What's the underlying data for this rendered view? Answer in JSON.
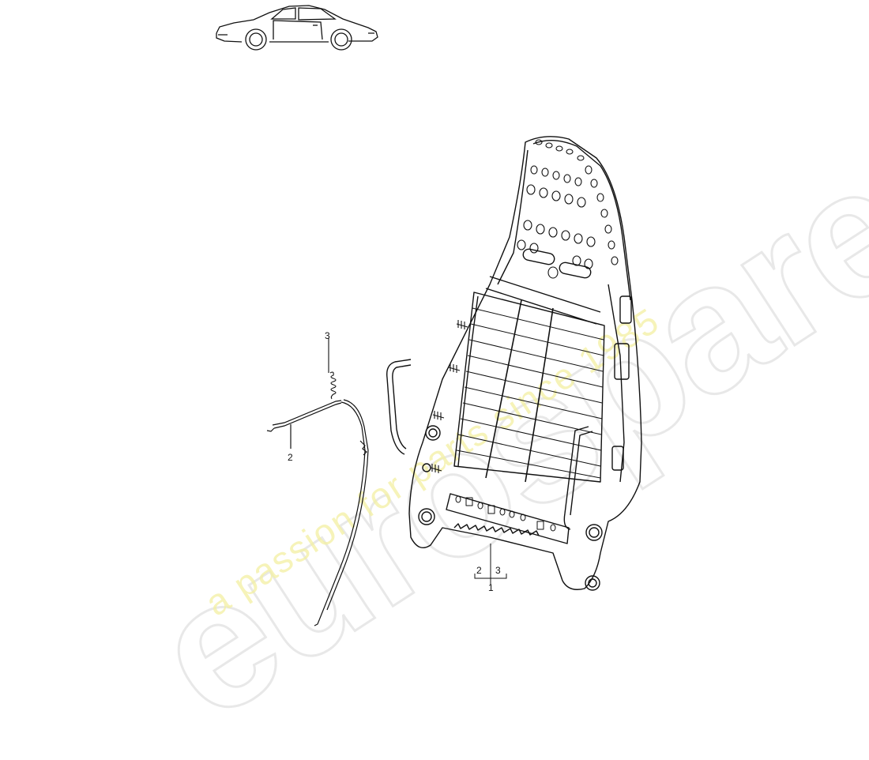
{
  "diagram": {
    "type": "exploded-parts-diagram",
    "subject": "seat backrest frame",
    "vehicle_thumbnail": "coupe-side-view-icon",
    "callouts": [
      {
        "id": "callout-3-spring",
        "label": "3"
      },
      {
        "id": "callout-2-cable",
        "label": "2"
      },
      {
        "id": "callout-group-2",
        "label": "2"
      },
      {
        "id": "callout-group-3",
        "label": "3"
      },
      {
        "id": "callout-group-1",
        "label": "1"
      }
    ]
  },
  "watermark": {
    "brand": "eurospares",
    "tagline": "a passion for parts since 1985",
    "brand_color": "#e6e6e6",
    "tagline_color": "#f3f0a2"
  }
}
